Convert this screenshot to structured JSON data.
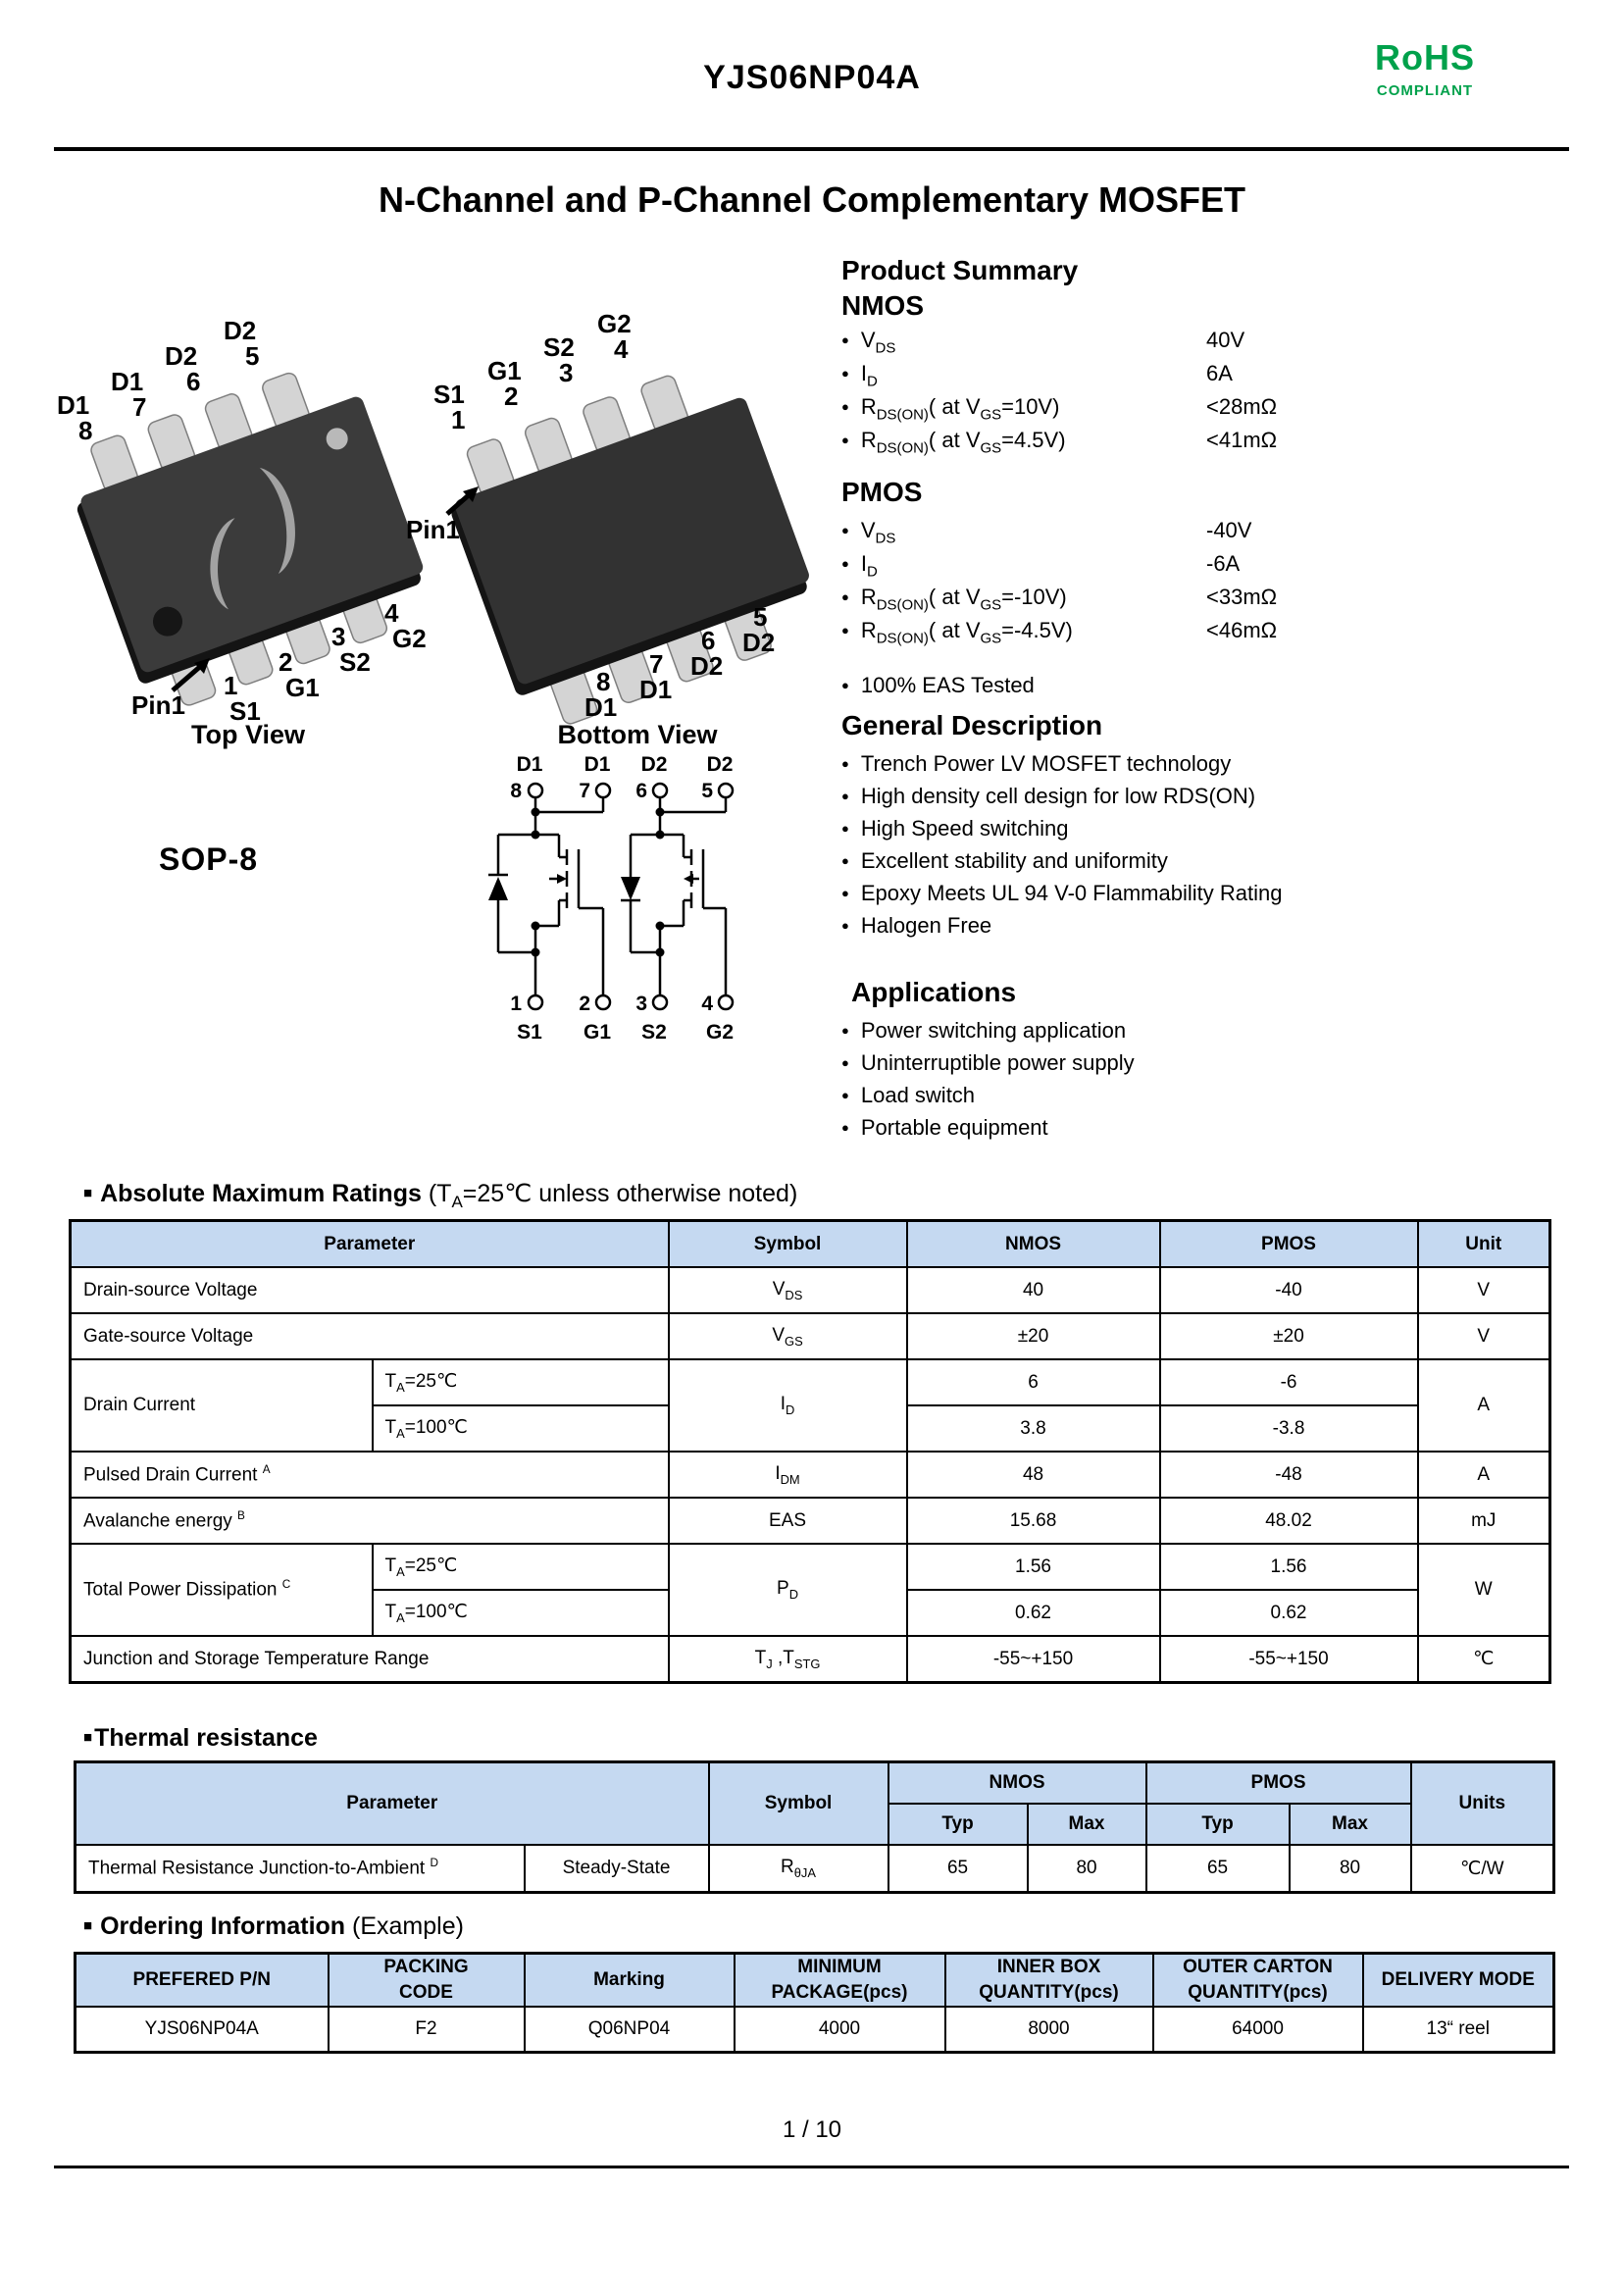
{
  "header": {
    "part_number": "YJS06NP04A",
    "rohs": "RoHS",
    "compliant": "COMPLIANT"
  },
  "title": "N-Channel and P-Channel Complementary MOSFET",
  "figures": {
    "package_name": "SOP-8",
    "top_view": {
      "caption": "Top View",
      "pin1": "Pin1",
      "top_labels": [
        {
          "name": "D1",
          "num": "8"
        },
        {
          "name": "D1",
          "num": "7"
        },
        {
          "name": "D2",
          "num": "6"
        },
        {
          "name": "D2",
          "num": "5"
        }
      ],
      "bottom_labels": [
        {
          "num": "1",
          "name": "S1"
        },
        {
          "num": "2",
          "name": "G1"
        },
        {
          "num": "3",
          "name": "S2"
        },
        {
          "num": "4",
          "name": "G2"
        }
      ]
    },
    "bottom_view": {
      "caption": "Bottom View",
      "pin1": "Pin1",
      "top_labels": [
        {
          "name": "S1",
          "num": "1"
        },
        {
          "name": "G1",
          "num": "2"
        },
        {
          "name": "S2",
          "num": "3"
        },
        {
          "name": "G2",
          "num": "4"
        }
      ],
      "bottom_labels": [
        {
          "num": "8",
          "name": "D1"
        },
        {
          "num": "7",
          "name": "D1"
        },
        {
          "num": "6",
          "name": "D2"
        },
        {
          "num": "5",
          "name": "D2"
        }
      ]
    },
    "schematic": {
      "top": [
        {
          "name": "D1",
          "num": "8"
        },
        {
          "name": "D1",
          "num": "7"
        },
        {
          "name": "D2",
          "num": "6"
        },
        {
          "name": "D2",
          "num": "5"
        }
      ],
      "bottom": [
        {
          "num": "1",
          "name": "S1"
        },
        {
          "num": "2",
          "name": "G1"
        },
        {
          "num": "3",
          "name": "S2"
        },
        {
          "num": "4",
          "name": "G2"
        }
      ]
    }
  },
  "summary": {
    "heading": "Product Summary",
    "nmos_heading": "NMOS",
    "nmos_items": [
      {
        "b1": "V",
        "s1": "DS",
        "value": "40V"
      },
      {
        "b1": "I",
        "s1": "D",
        "value": "6A"
      },
      {
        "b1": "R",
        "s1": "DS(ON)",
        "b2": "( at V",
        "s2": "GS",
        "b3": "=10V)",
        "value": "<28mΩ"
      },
      {
        "b1": "R",
        "s1": "DS(ON)",
        "b2": "( at V",
        "s2": "GS",
        "b3": "=4.5V)",
        "value": "<41mΩ"
      }
    ],
    "pmos_heading": "PMOS",
    "pmos_items": [
      {
        "b1": "V",
        "s1": "DS",
        "value": "-40V"
      },
      {
        "b1": "I",
        "s1": "D",
        "value": "-6A"
      },
      {
        "b1": "R",
        "s1": "DS(ON)",
        "b2": "( at V",
        "s2": "GS",
        "b3": "=-10V)",
        "value": "<33mΩ"
      },
      {
        "b1": "R",
        "s1": "DS(ON)",
        "b2": "( at V",
        "s2": "GS",
        "b3": "=-4.5V)",
        "value": "<46mΩ"
      }
    ],
    "eas_item": "100% EAS Tested"
  },
  "general": {
    "heading": "General Description",
    "items": [
      "Trench Power LV MOSFET technology",
      "High density cell design for low RDS(ON)",
      "High Speed switching",
      "Excellent stability and uniformity",
      "Epoxy Meets UL 94 V-0 Flammability Rating",
      "Halogen Free"
    ]
  },
  "applications": {
    "heading": "Applications",
    "items": [
      "Power switching application",
      "Uninterruptible power supply",
      "Load switch",
      "Portable equipment"
    ]
  },
  "amr": {
    "square": "■",
    "heading": "Absolute Maximum Ratings",
    "note_b1": "(T",
    "note_s1": "A",
    "note_rest": "=25℃ unless otherwise noted)",
    "headers": {
      "parameter": "Parameter",
      "symbol": "Symbol",
      "nmos": "NMOS",
      "pmos": "PMOS",
      "unit": "Unit"
    },
    "rows": {
      "vds": {
        "param": "Drain-source Voltage",
        "sym_b": "V",
        "sym_s": "DS",
        "nmos": "40",
        "pmos": "-40",
        "unit": "V"
      },
      "vgs": {
        "param": "Gate-source Voltage",
        "sym_b": "V",
        "sym_s": "GS",
        "nmos": "±20",
        "pmos": "±20",
        "unit": "V"
      },
      "id": {
        "param": "Drain Current",
        "c1_b": "T",
        "c1_s": "A",
        "c1_r": "=25℃",
        "c2_b": "T",
        "c2_s": "A",
        "c2_r": "=100℃",
        "sym_b": "I",
        "sym_s": "D",
        "n1": "6",
        "p1": "-6",
        "n2": "3.8",
        "p2": "-3.8",
        "unit": "A"
      },
      "idm": {
        "param": "Pulsed Drain Current",
        "sup": "A",
        "sym_b": "I",
        "sym_s": "DM",
        "nmos": "48",
        "pmos": "-48",
        "unit": "A"
      },
      "eas": {
        "param": "Avalanche energy",
        "sup": "B",
        "sym": "EAS",
        "nmos": "15.68",
        "pmos": "48.02",
        "unit": "mJ"
      },
      "pd": {
        "param": "Total Power Dissipation",
        "sup": "C",
        "c1_b": "T",
        "c1_s": "A",
        "c1_r": "=25℃",
        "c2_b": "T",
        "c2_s": "A",
        "c2_r": "=100℃",
        "sym_b": "P",
        "sym_s": "D",
        "n1": "1.56",
        "p1": "1.56",
        "n2": "0.62",
        "p2": "0.62",
        "unit": "W"
      },
      "tj": {
        "param": "Junction and Storage Temperature Range",
        "sym_b": "T",
        "sym_s": "J",
        "sym_b2": " ,T",
        "sym_s2": "STG",
        "nmos": "-55~+150",
        "pmos": "-55~+150",
        "unit": "℃"
      }
    }
  },
  "thermal": {
    "square": "■",
    "heading": "Thermal resistance",
    "headers": {
      "parameter": "Parameter",
      "symbol": "Symbol",
      "nmos": "NMOS",
      "pmos": "PMOS",
      "typ": "Typ",
      "max": "Max",
      "units": "Units"
    },
    "row": {
      "param": "Thermal Resistance Junction-to-Ambient",
      "sup": "D",
      "cond": "Steady-State",
      "sym_b": "R",
      "sym_s": "θJA",
      "nmos_typ": "65",
      "nmos_max": "80",
      "pmos_typ": "65",
      "pmos_max": "80",
      "units": "℃/W"
    }
  },
  "ordering": {
    "square": "■",
    "heading": "Ordering Information",
    "note": "(Example)",
    "headers": {
      "pn": "PREFERED P/N",
      "packing_l1": "PACKING",
      "packing_l2": "CODE",
      "marking": "Marking",
      "min_l1": "MINIMUM",
      "min_l2": "PACKAGE(pcs)",
      "inner_l1": "INNER BOX",
      "inner_l2": "QUANTITY(pcs)",
      "outer_l1": "OUTER CARTON",
      "outer_l2": "QUANTITY(pcs)",
      "delivery": "DELIVERY MODE"
    },
    "row": {
      "pn": "YJS06NP04A",
      "packing": "F2",
      "marking": "Q06NP04",
      "min": "4000",
      "inner": "8000",
      "outer": "64000",
      "delivery": "13“ reel"
    }
  },
  "footer": {
    "page": "1 / 10"
  }
}
